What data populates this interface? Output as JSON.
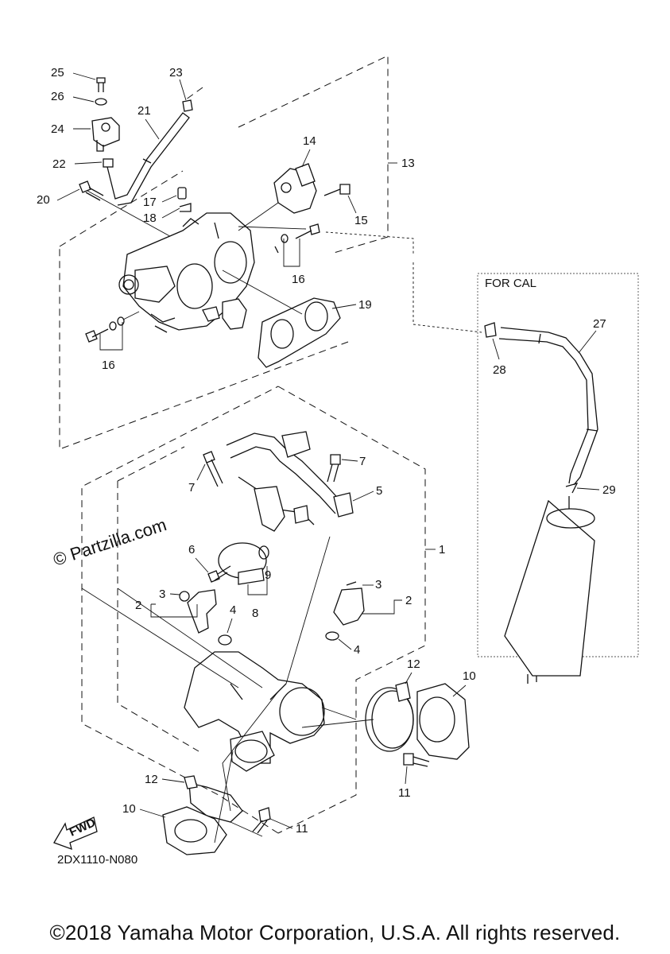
{
  "diagram": {
    "region_label": "FOR CAL",
    "watermark": "© Partzilla.com",
    "fwd_label": "FWD",
    "drawing_code": "2DX1110-N080",
    "copyright": "©2018 Yamaha Motor Corporation, U.S.A. All rights reserved.",
    "callouts": [
      "25",
      "26",
      "21",
      "23",
      "24",
      "22",
      "20",
      "17",
      "18",
      "14",
      "15",
      "13",
      "16",
      "19",
      "16",
      "27",
      "28",
      "29",
      "7",
      "7",
      "5",
      "6",
      "9",
      "8",
      "3",
      "2",
      "3",
      "2",
      "4",
      "4",
      "1",
      "12",
      "10",
      "11",
      "12",
      "10",
      "11"
    ]
  }
}
